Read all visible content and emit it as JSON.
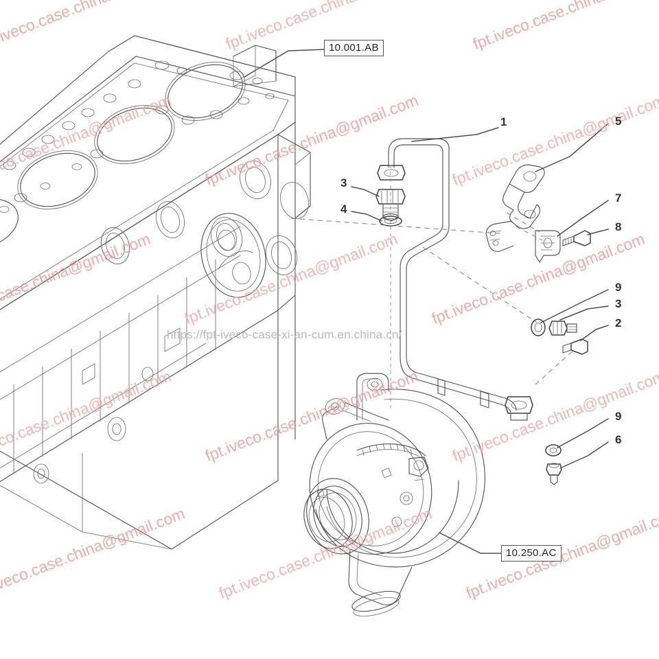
{
  "diagram": {
    "title": "Engine turbocharger oil supply line exploded parts diagram",
    "background_color": "#ffffff",
    "line_color": "#4a4a50",
    "watermark_color": "#f09a9a",
    "url_watermark_color": "#b9b9bd"
  },
  "watermark": {
    "text": "fpt.iveco.case.china@gmail.com",
    "url_text": "https://fpt-iveco-case-xi-an-cum.en.china.cn/"
  },
  "reference_tags": [
    {
      "label": "10.001.AB",
      "name": "reference-tag-engine-block"
    },
    {
      "label": "10.250.AC",
      "name": "reference-tag-turbocharger"
    }
  ],
  "callouts": [
    {
      "id": "c1",
      "label": "1",
      "name": "callout-1-oil-supply-tube"
    },
    {
      "id": "c5",
      "label": "5",
      "name": "callout-5-bracket"
    },
    {
      "id": "c3a",
      "label": "3",
      "name": "callout-3-banjo-bolt-upper"
    },
    {
      "id": "c4",
      "label": "4",
      "name": "callout-4-sealing-washer"
    },
    {
      "id": "c7",
      "label": "7",
      "name": "callout-7-clamp"
    },
    {
      "id": "c8",
      "label": "8",
      "name": "callout-8-screw"
    },
    {
      "id": "c9a",
      "label": "9",
      "name": "callout-9-washer-upper"
    },
    {
      "id": "c3b",
      "label": "3",
      "name": "callout-3-banjo-bolt-lower"
    },
    {
      "id": "c2",
      "label": "2",
      "name": "callout-2-connector"
    },
    {
      "id": "c9b",
      "label": "9",
      "name": "callout-9-washer-lower"
    },
    {
      "id": "c6",
      "label": "6",
      "name": "callout-6-bolt"
    }
  ],
  "parts": {
    "engine_block": "engine cylinder block",
    "turbocharger": "turbocharger assembly",
    "oil_tube": "turbocharger oil supply tube",
    "bracket": "support bracket",
    "clamp": "tube clamp",
    "washer": "sealing washer",
    "banjo_bolt": "banjo bolt",
    "screw": "screw",
    "bolt": "bolt"
  }
}
